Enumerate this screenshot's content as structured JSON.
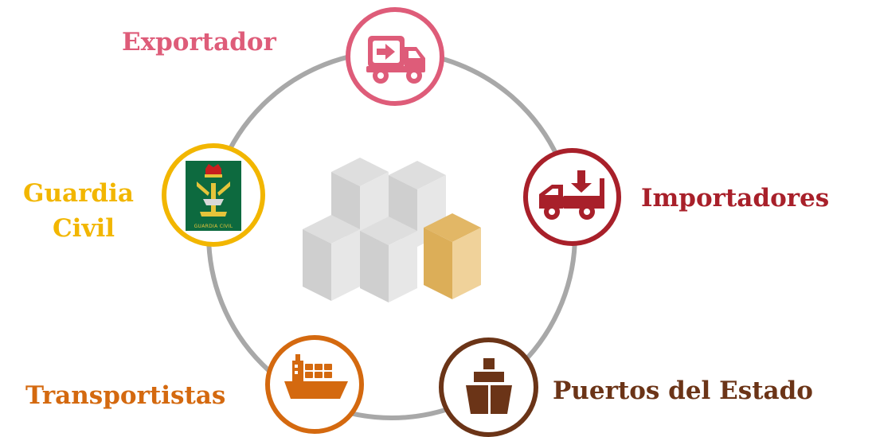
{
  "colors": {
    "ring": "#a8a8a8",
    "exportador": "#de5c79",
    "importadores": "#a8202a",
    "guardia": "#f2b600",
    "transportistas": "#d4690f",
    "puertos": "#6b3417",
    "cube_gray": "#d4d4d4",
    "cube_gold": "#e3b45e"
  },
  "nodes": {
    "exportador": {
      "label": "Exportador",
      "icon": "delivery-truck-arrow-icon"
    },
    "importadores": {
      "label": "Importadores",
      "icon": "truck-download-icon"
    },
    "guardia": {
      "label_line1": "Guardia",
      "label_line2": "Civil",
      "icon": "guardia-civil-emblem",
      "emblem_text": "GUARDIA CIVIL"
    },
    "transportistas": {
      "label": "Transportistas",
      "icon": "cargo-ship-icon"
    },
    "puertos": {
      "label": "Puertos del Estado",
      "icon": "stacked-boxes-icon"
    }
  },
  "center": {
    "icon": "cubes-cluster-icon"
  }
}
